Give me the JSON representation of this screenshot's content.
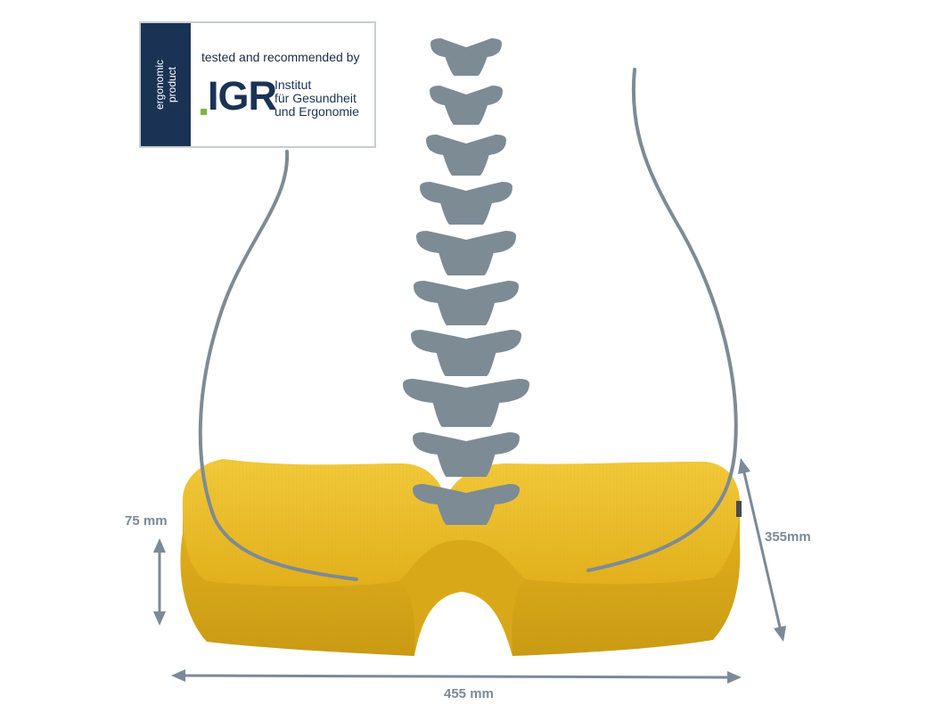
{
  "badge": {
    "side_line1": "ergonomic",
    "side_line2": "product",
    "tested_text": "tested and recommended by",
    "logo_text": "IGR",
    "institute_line1": "Institut",
    "institute_line2": "für Gesundheit",
    "institute_line3": "und Ergonomie"
  },
  "dimensions": {
    "height": "75 mm",
    "depth": "355mm",
    "width": "455 mm"
  },
  "colors": {
    "cushion": "#e9b81f",
    "cushion_dark": "#c99a14",
    "spine": "#7d8b95",
    "outline": "#7d8b95",
    "badge_navy": "#1a3355",
    "badge_green": "#7cb342",
    "dimension": "#7a8a99"
  }
}
